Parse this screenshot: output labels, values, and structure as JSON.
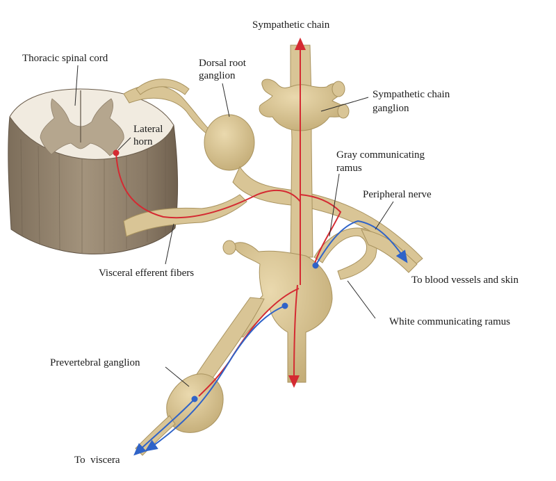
{
  "labels": {
    "sympathetic_chain": "Sympathetic chain",
    "thoracic_spinal_cord": "Thoracic spinal cord",
    "dorsal_root_ganglion_1": "Dorsal root",
    "dorsal_root_ganglion_2": "ganglion",
    "sympathetic_chain_ganglion_1": "Sympathetic chain",
    "sympathetic_chain_ganglion_2": "ganglion",
    "lateral_horn_1": "Lateral",
    "lateral_horn_2": "horn",
    "gray_ramus_1": "Gray communicating",
    "gray_ramus_2": "ramus",
    "peripheral_nerve": "Peripheral nerve",
    "visceral_efferent": "Visceral efferent fibers",
    "to_blood_vessels": "To blood vessels and skin",
    "white_ramus": "White communicating ramus",
    "prevertebral_ganglion": "Prevertebral ganglion",
    "to_viscera": "To  viscera"
  },
  "colors": {
    "nerve": "#d9c596",
    "nerve_edge": "#a8925e",
    "cord_white": "#f1ebe0",
    "cord_gray": "#b5a68e",
    "cord_side": "#8e7f6a",
    "preganglionic": "#d42a32",
    "postganglionic": "#2f63c8"
  }
}
